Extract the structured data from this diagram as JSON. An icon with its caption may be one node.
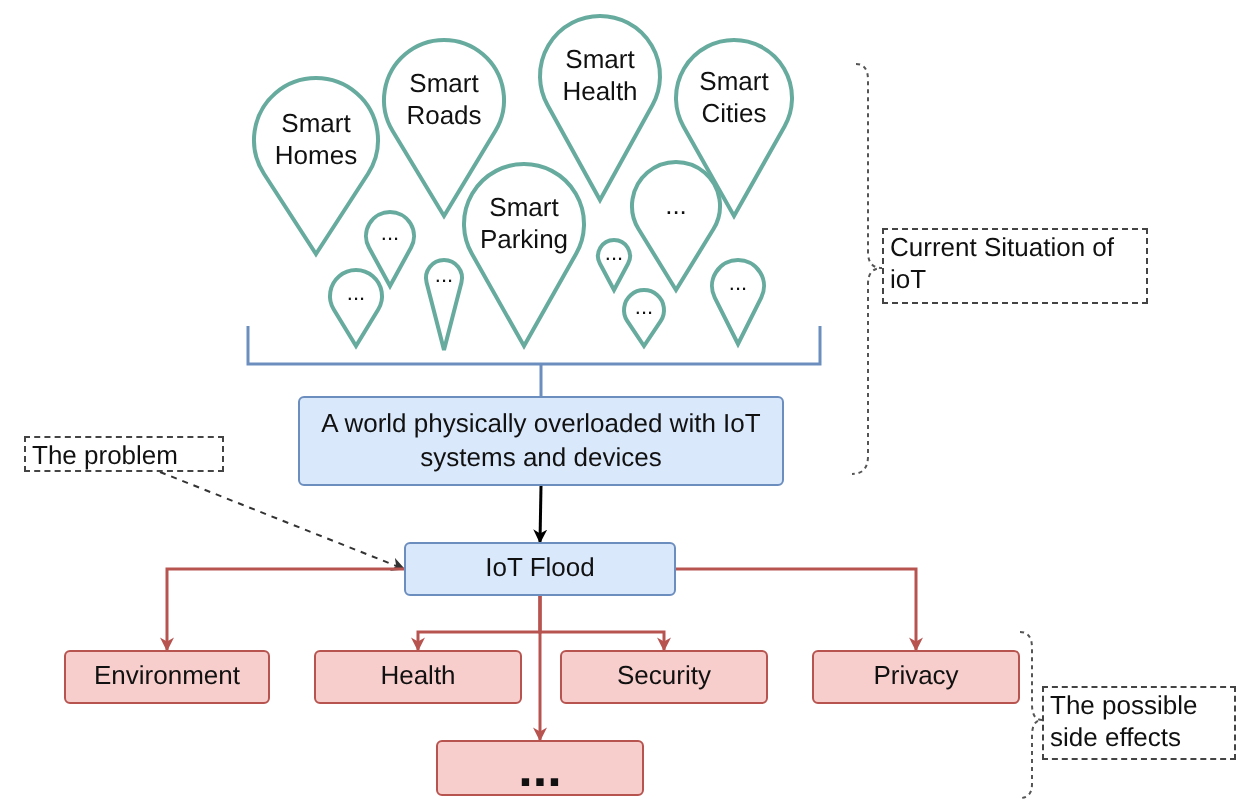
{
  "diagram": {
    "nodes": [
      {
        "text": [
          "Smart Homes"
        ]
      },
      {
        "text": [
          "Smart Roads"
        ]
      },
      {
        "text": [
          "Smart Health"
        ]
      },
      {
        "text": [
          "Smart Cities"
        ]
      },
      {
        "text": [
          "Smart Parking"
        ]
      },
      {
        "text": [
          "..."
        ]
      },
      {
        "text": [
          "..."
        ]
      },
      {
        "text": [
          "..."
        ]
      },
      {
        "text": [
          "..."
        ]
      },
      {
        "text": [
          "..."
        ]
      },
      {
        "text": [
          "..."
        ]
      },
      {
        "text": [
          "..."
        ]
      },
      {
        "text": [
          "Current Situation of ioT"
        ]
      },
      {
        "text": [
          "The problem"
        ]
      },
      {
        "text": [
          "A world physically overloaded with IoT systems and devices"
        ]
      },
      {
        "text": [
          "IoT Flood"
        ]
      },
      {
        "text": [
          "Environment"
        ]
      },
      {
        "text": [
          "Health"
        ]
      },
      {
        "text": [
          "Security"
        ]
      },
      {
        "text": [
          "Privacy"
        ]
      },
      {
        "text": [
          "..."
        ]
      },
      {
        "text": [
          "The possible side effects"
        ]
      }
    ],
    "edges": [
      {
        "from": 14,
        "to": 15,
        "arrow": "to",
        "color": "#000000"
      },
      {
        "from": 13,
        "to": 15,
        "arrow": "to",
        "style": "dashed",
        "color": "#333333"
      },
      {
        "from": 15,
        "to": 16,
        "arrow": "to"
      },
      {
        "from": 15,
        "to": 17,
        "arrow": "to"
      },
      {
        "from": 15,
        "to": 18,
        "arrow": "to"
      },
      {
        "from": 15,
        "to": 19,
        "arrow": "to"
      },
      {
        "from": 15,
        "to": 20,
        "arrow": "to"
      }
    ]
  }
}
